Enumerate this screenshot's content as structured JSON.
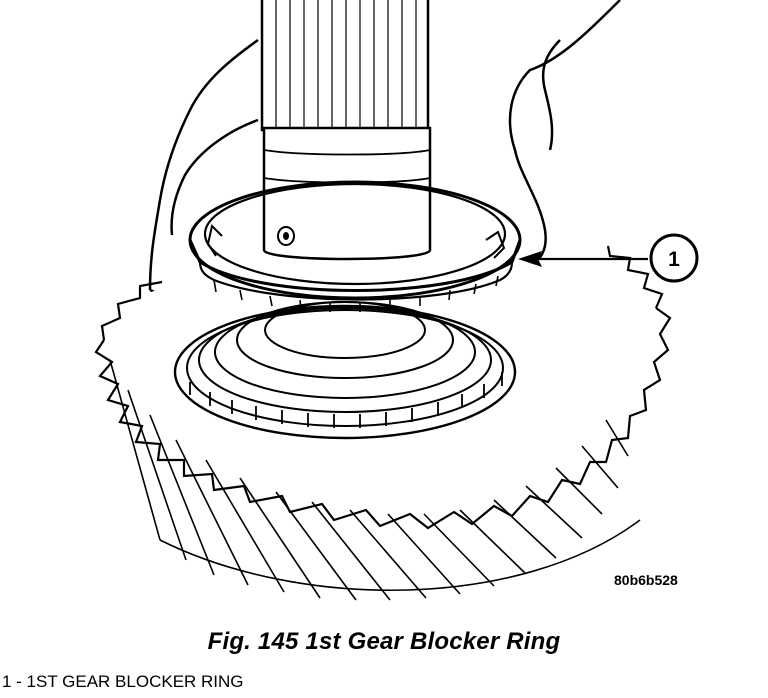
{
  "figure": {
    "caption": "Fig. 145 1st Gear Blocker Ring",
    "image_id_label": "80b6b528",
    "callout": {
      "number": "1"
    },
    "legend": [
      {
        "text": "1 - 1ST GEAR BLOCKER RING"
      }
    ]
  }
}
